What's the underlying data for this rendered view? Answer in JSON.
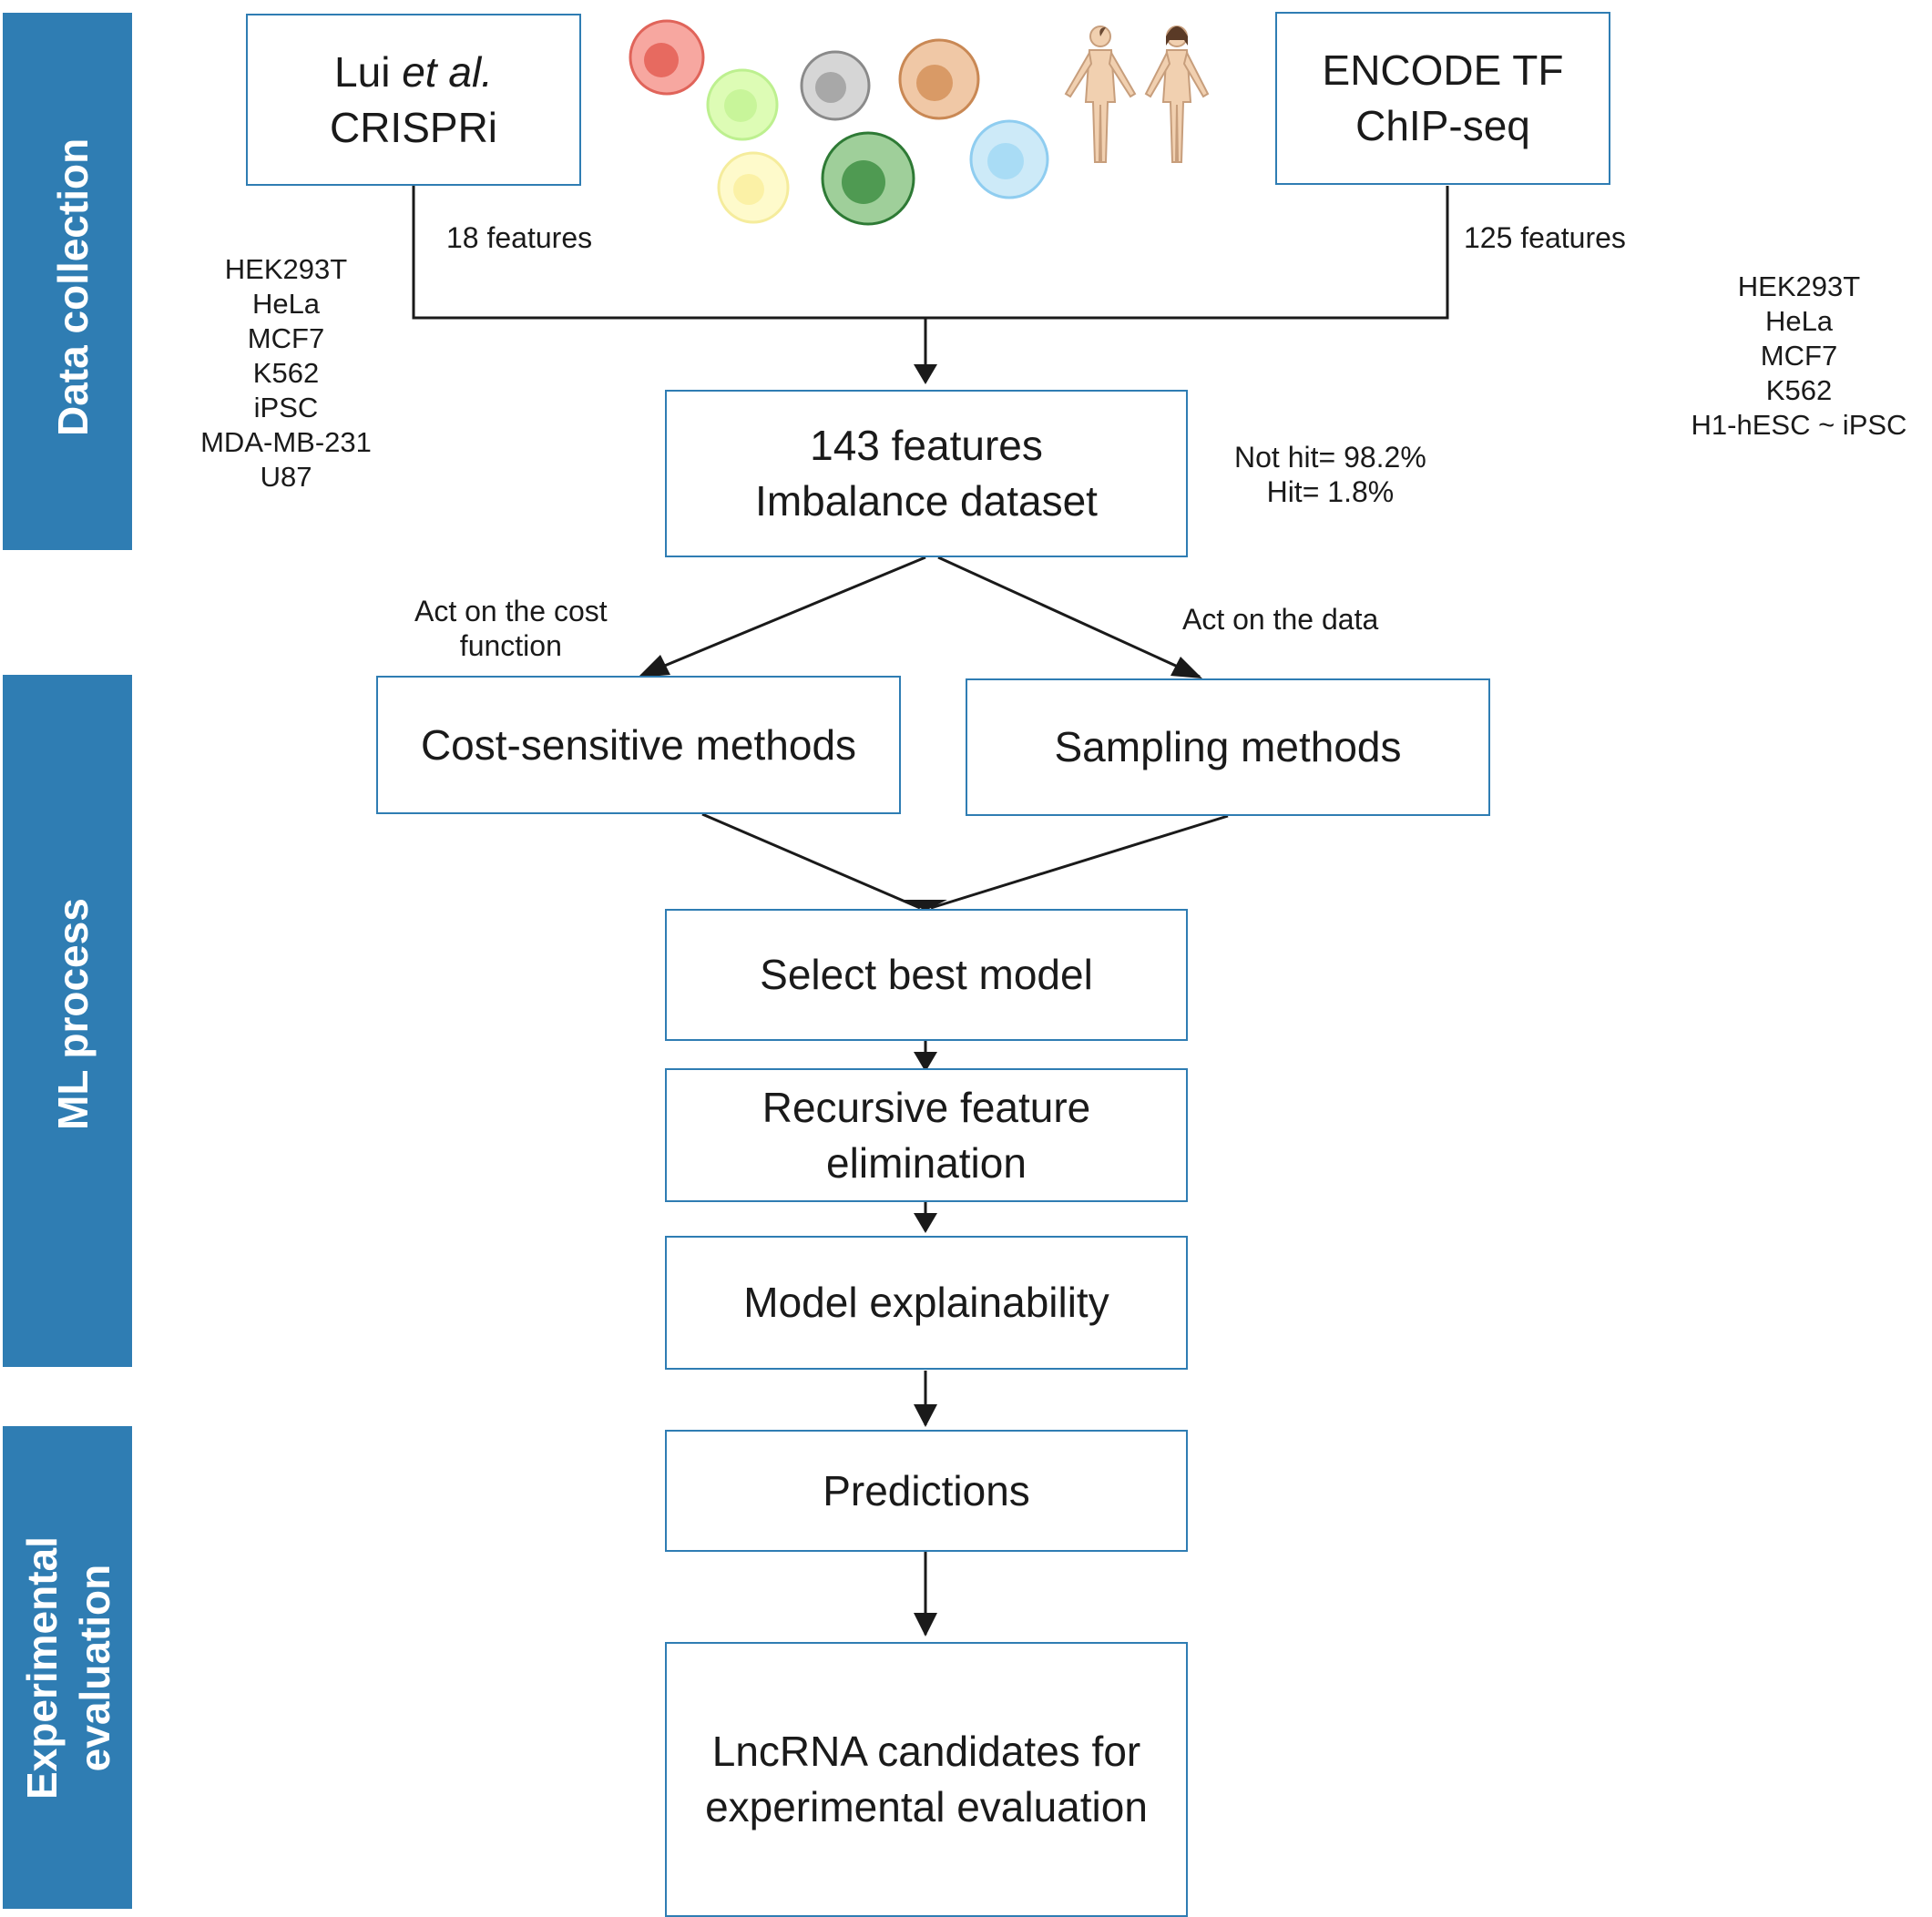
{
  "bands": {
    "data_collection": "Data collection",
    "ml_process": "ML process",
    "experimental_line1": "Experimental",
    "experimental_line2": "evaluation"
  },
  "sources": {
    "lui_name": "Lui ",
    "lui_etal": "et al.",
    "lui_line2": "CRISPRi",
    "encode_line1": "ENCODE TF",
    "encode_line2": "ChIP-seq",
    "lui_features": "18 features",
    "encode_features": "125 features"
  },
  "cell_lines_left": [
    "HEK293T",
    "HeLa",
    "MCF7",
    "K562",
    "iPSC",
    "MDA-MB-231",
    "U87"
  ],
  "cell_lines_right": [
    "HEK293T",
    "HeLa",
    "MCF7",
    "K562",
    "H1-hESC ~ iPSC"
  ],
  "dataset": {
    "line1": "143 features",
    "line2": "Imbalance dataset",
    "not_hit": "Not hit= 98.2%",
    "hit": "Hit= 1.8%"
  },
  "branches": {
    "cost_label_line1": "Act on the cost",
    "cost_label_line2": "function",
    "data_label": "Act on the data",
    "cost_box": "Cost-sensitive methods",
    "sampling_box": "Sampling methods"
  },
  "pipeline": {
    "select": "Select best model",
    "rfe_line1": "Recursive feature",
    "rfe_line2": "elimination",
    "explain": "Model explainability",
    "predictions": "Predictions",
    "candidates_line1": "LncRNA candidates for",
    "candidates_line2": "experimental evaluation"
  },
  "icons": [
    "cell-icon",
    "human-figures-icon"
  ],
  "colors": {
    "accent": "#2f7db3",
    "text": "#1a1a1a",
    "cells": [
      "#f08a80",
      "#c8f59a",
      "#b9b9b9",
      "#e0a878",
      "#fdf2a0",
      "#6dbb6d",
      "#a6d8f2"
    ]
  }
}
